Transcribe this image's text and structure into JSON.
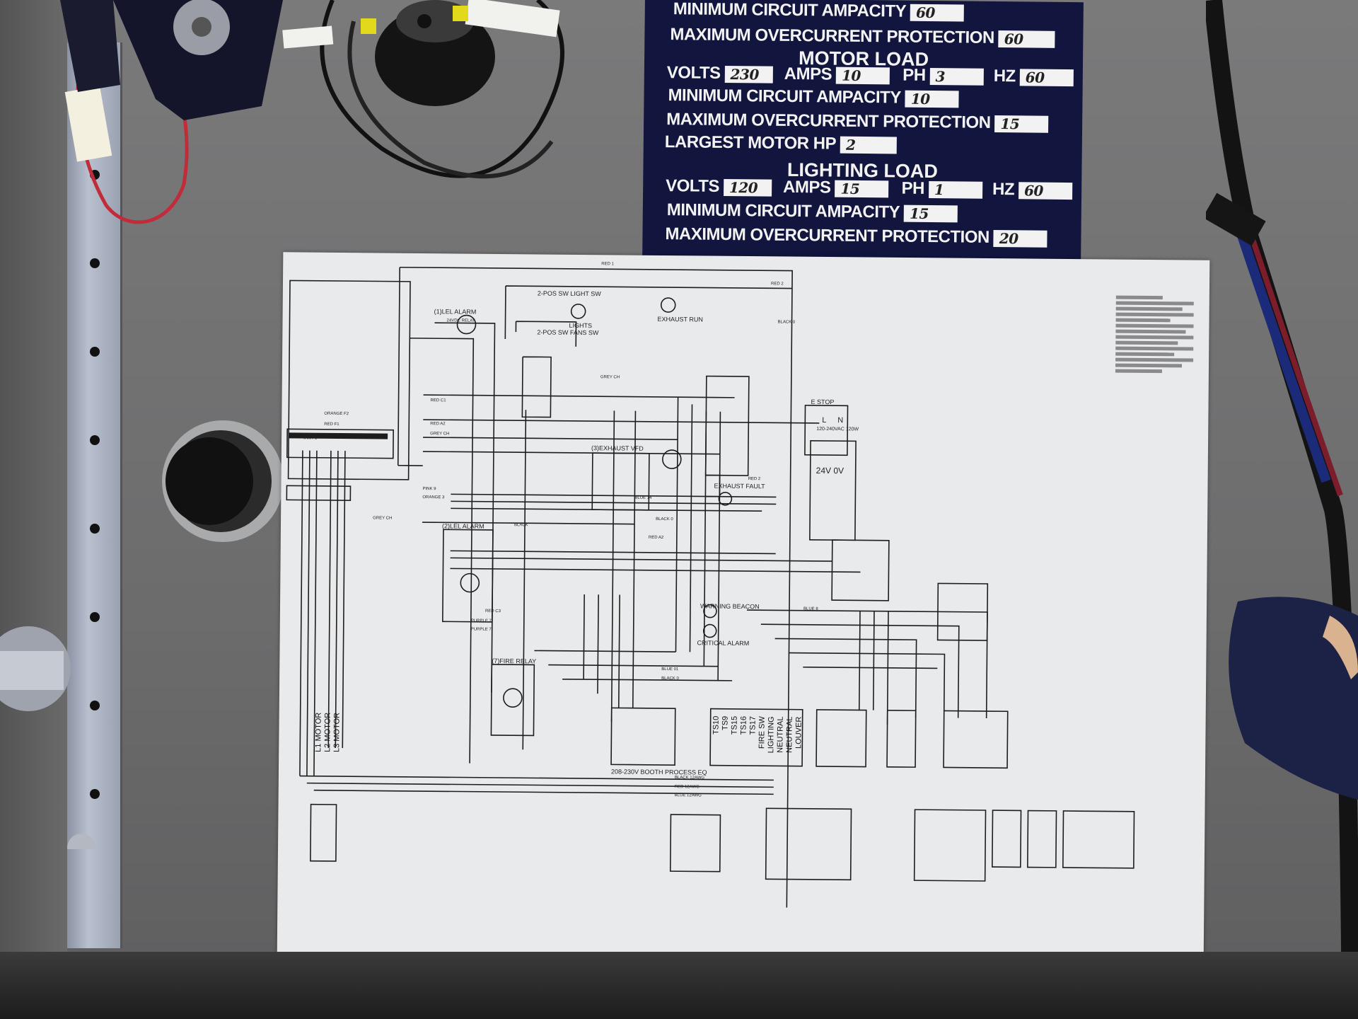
{
  "nameplate": {
    "line1_label": "MINIMUM CIRCUIT AMPACITY",
    "line1_value": "60",
    "line2_label": "MAXIMUM OVERCURRENT PROTECTION",
    "line2_value": "60",
    "motor_load": {
      "heading": "MOTOR LOAD",
      "volts_label": "VOLTS",
      "volts_value": "230",
      "amps_label": "AMPS",
      "amps_value": "10",
      "ph_label": "PH",
      "ph_value": "3",
      "hz_label": "HZ",
      "hz_value": "60",
      "mca_label": "MINIMUM CIRCUIT AMPACITY",
      "mca_value": "10",
      "mop_label": "MAXIMUM OVERCURRENT PROTECTION",
      "mop_value": "15",
      "hp_label": "LARGEST MOTOR HP",
      "hp_value": "2"
    },
    "lighting_load": {
      "heading": "LIGHTING LOAD",
      "volts_label": "VOLTS",
      "volts_value": "120",
      "amps_label": "AMPS",
      "amps_value": "15",
      "ph_label": "PH",
      "ph_value": "1",
      "hz_label": "HZ",
      "hz_value": "60",
      "mca_label": "MINIMUM CIRCUIT AMPACITY",
      "mca_value": "15",
      "mop_label": "MAXIMUM OVERCURRENT PROTECTION",
      "mop_value": "20"
    }
  },
  "diagram": {
    "labels": {
      "light_sw": "2-POS SW LIGHT SW",
      "fans_sw": "2-POS SW FANS SW",
      "lights": "LIGHTS",
      "exhaust_run": "EXHAUST RUN",
      "lel_alarm": "(1)LEL ALARM",
      "exhaust_vfd": "(3)EXHAUST VFD",
      "exhaust_fault": "EXHAUST FAULT",
      "e_stop": "E STOP",
      "supply": "24V 0V",
      "co_alarm": "(2)LEL ALARM",
      "fire_relay": "(7)FIRE RELAY",
      "warning_beacon": "WARNING BEACON",
      "critical_alarm": "CRITICAL ALARM",
      "relay": "24VDC RELAY",
      "booth_process": "208-230V BOOTH PROCESS EQ",
      "psu": "120-240VAC 120W",
      "l": "L",
      "n": "N"
    },
    "terminal_labels": [
      "TS10",
      "TS9",
      "TS15",
      "TS16",
      "TS17",
      "FIRE SW",
      "LIGHTING",
      "NEUTRAL",
      "NEUTRAL",
      "LOUVER"
    ],
    "motor_labels": [
      "L1 MOTOR",
      "L2 MOTOR",
      "L3 MOTOR"
    ],
    "wire_labels": [
      "RED 1",
      "RED 2",
      "BLACK 0",
      "GREY CH",
      "RED C1",
      "RED A2",
      "GREY CH",
      "ORANGE F2",
      "RED F1",
      "TAN F1",
      "PINK 9",
      "ORANGE 3",
      "GREY CH",
      "BLACK",
      "RED A2",
      "BLUE 14",
      "BLACK 0",
      "RED C3",
      "PURPLE 7",
      "PURPLE 7",
      "BLUE 01",
      "BLACK 0",
      "BLACK 12AWG",
      "RED 12AWG",
      "BLUE 12AWG",
      "BLUE 8",
      "RED 2"
    ]
  }
}
